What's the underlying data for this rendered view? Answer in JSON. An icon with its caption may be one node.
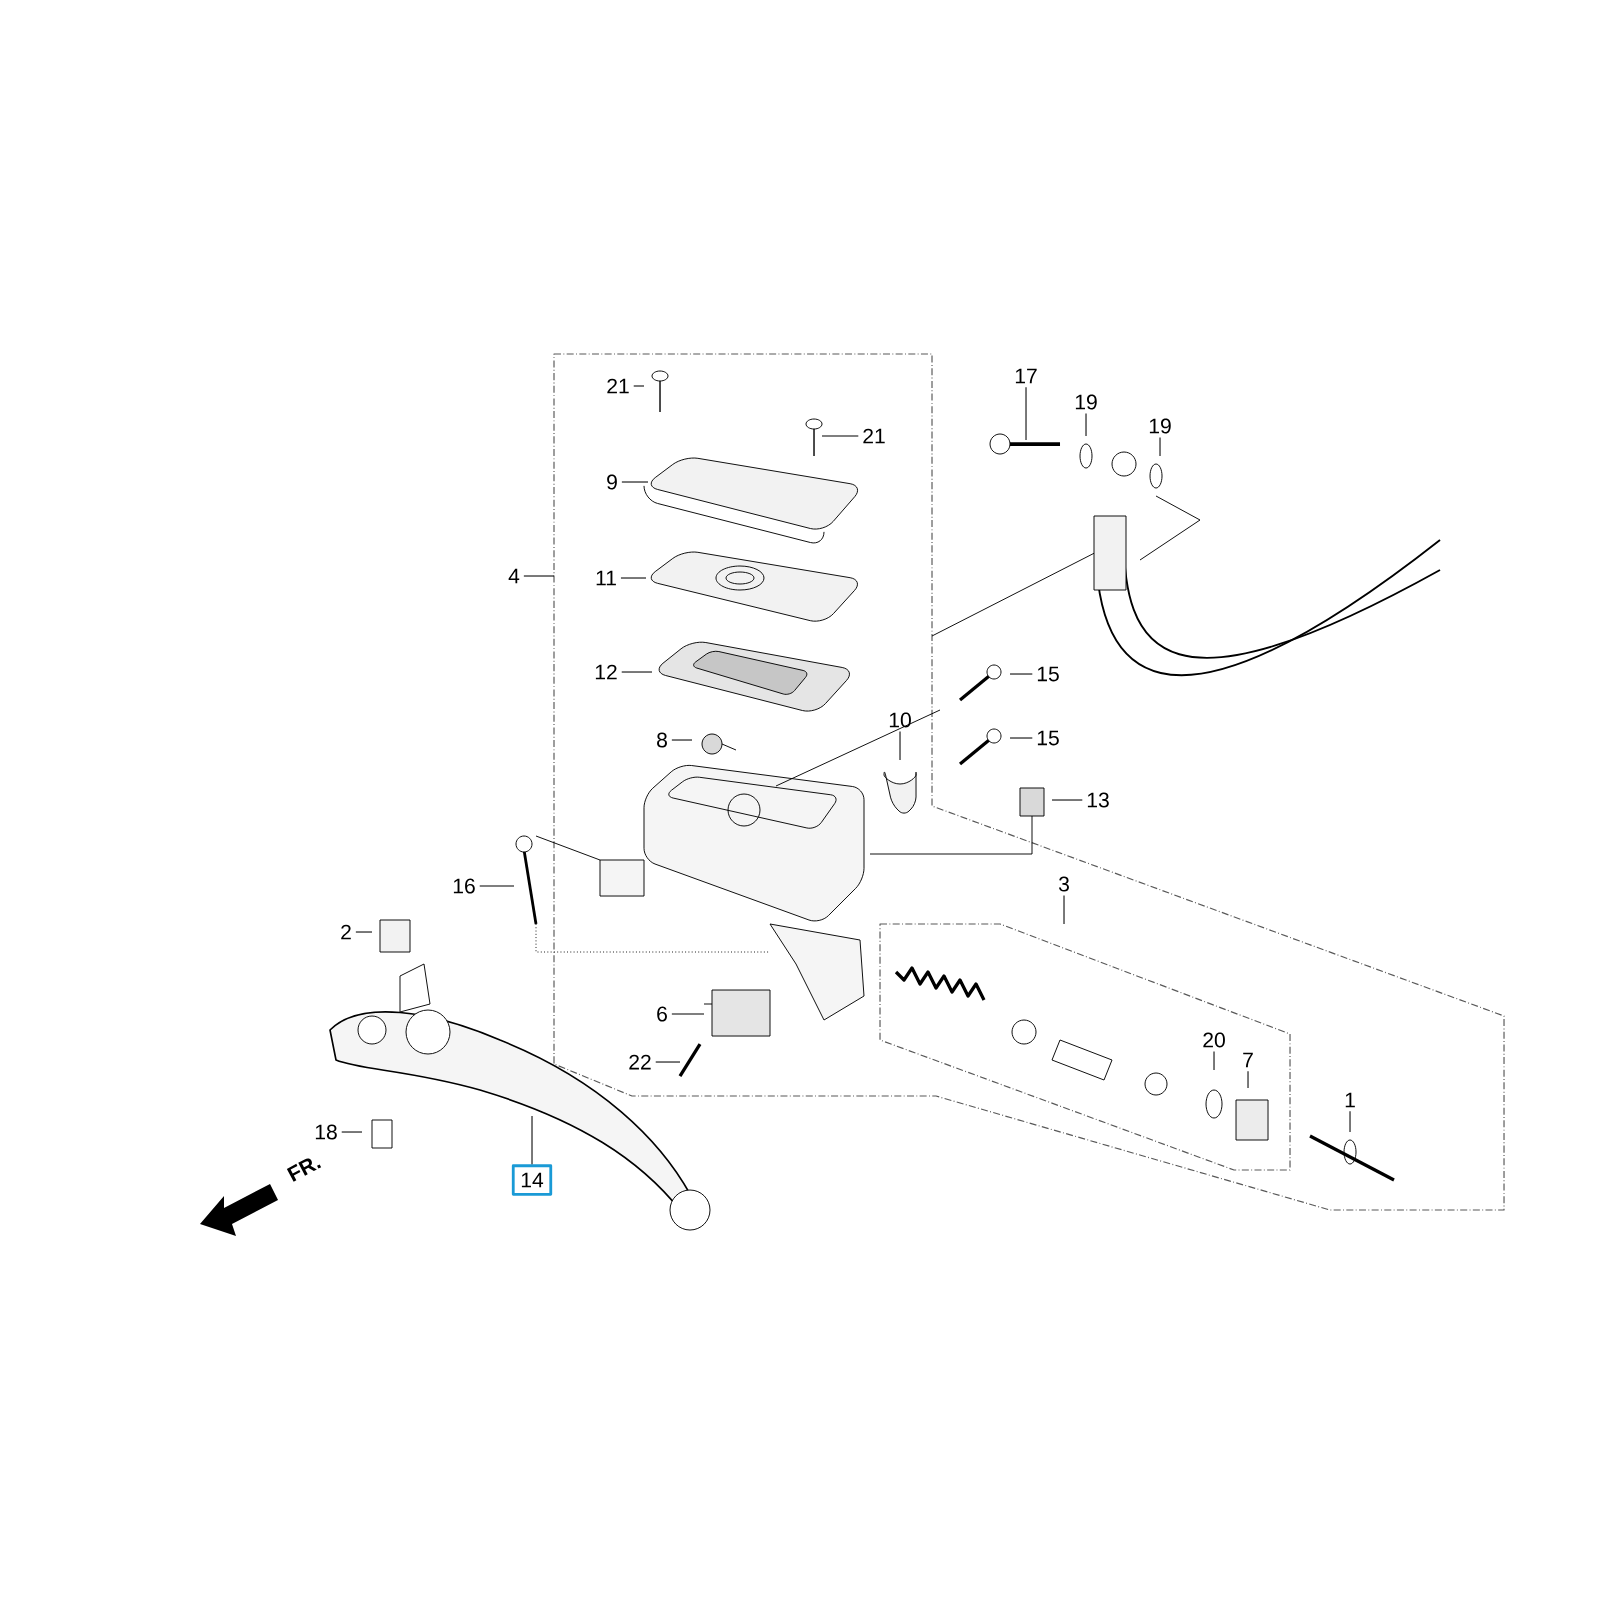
{
  "diagram": {
    "nodes": [
      {
        "text": [
          "21"
        ]
      },
      {
        "text": [
          "21"
        ]
      },
      {
        "text": [
          "9"
        ]
      },
      {
        "text": [
          "4"
        ]
      },
      {
        "text": [
          "11"
        ]
      },
      {
        "text": [
          "12"
        ]
      },
      {
        "text": [
          "8"
        ]
      },
      {
        "text": [
          "10"
        ]
      },
      {
        "text": [
          "17"
        ]
      },
      {
        "text": [
          "19"
        ]
      },
      {
        "text": [
          "19"
        ]
      },
      {
        "text": [
          "15"
        ]
      },
      {
        "text": [
          "15"
        ]
      },
      {
        "text": [
          "13"
        ]
      },
      {
        "text": [
          "16"
        ]
      },
      {
        "text": [
          "2"
        ]
      },
      {
        "text": [
          "3"
        ]
      },
      {
        "text": [
          "6"
        ]
      },
      {
        "text": [
          "22"
        ]
      },
      {
        "text": [
          "20"
        ]
      },
      {
        "text": [
          "7"
        ]
      },
      {
        "text": [
          "1"
        ]
      },
      {
        "text": [
          "18"
        ]
      },
      {
        "text": [
          "14"
        ]
      }
    ],
    "edges": [
      {
        "from": 0,
        "to": null,
        "arrow": "none"
      },
      {
        "from": 1,
        "to": null,
        "arrow": "none"
      },
      {
        "from": 2,
        "to": null,
        "arrow": "none"
      },
      {
        "from": 3,
        "to": null,
        "arrow": "none"
      },
      {
        "from": 4,
        "to": null,
        "arrow": "none"
      },
      {
        "from": 5,
        "to": null,
        "arrow": "none"
      },
      {
        "from": 6,
        "to": null,
        "arrow": "none"
      },
      {
        "from": 7,
        "to": null,
        "arrow": "none"
      },
      {
        "from": 8,
        "to": null,
        "arrow": "none"
      },
      {
        "from": 9,
        "to": null,
        "arrow": "none"
      },
      {
        "from": 10,
        "to": null,
        "arrow": "none"
      },
      {
        "from": 11,
        "to": null,
        "arrow": "none"
      },
      {
        "from": 12,
        "to": null,
        "arrow": "none"
      },
      {
        "from": 13,
        "to": null,
        "arrow": "none"
      },
      {
        "from": 14,
        "to": null,
        "arrow": "none"
      },
      {
        "from": 15,
        "to": null,
        "arrow": "none"
      },
      {
        "from": 16,
        "to": null,
        "arrow": "none"
      },
      {
        "from": 17,
        "to": null,
        "arrow": "none"
      },
      {
        "from": 18,
        "to": null,
        "arrow": "none"
      },
      {
        "from": 19,
        "to": null,
        "arrow": "none"
      },
      {
        "from": 20,
        "to": null,
        "arrow": "none"
      },
      {
        "from": 21,
        "to": null,
        "arrow": "none"
      },
      {
        "from": 22,
        "to": null,
        "arrow": "none"
      },
      {
        "from": 23,
        "to": null,
        "arrow": "none"
      }
    ],
    "labels": [
      "FR."
    ]
  }
}
